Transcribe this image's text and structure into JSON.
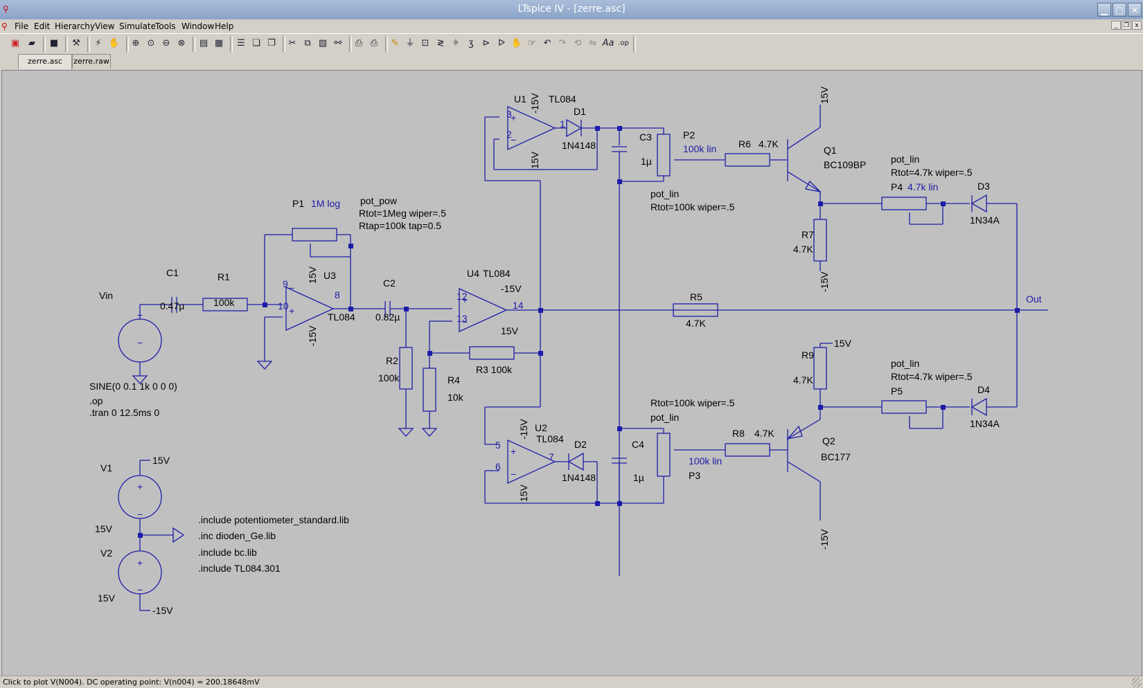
{
  "window": {
    "title": "LTspice IV - [zerre.asc]",
    "controls": [
      "minimize-icon",
      "maximize-icon",
      "close-icon"
    ]
  },
  "menu": [
    "File",
    "Edit",
    "Hierarchy",
    "View",
    "Simulate",
    "Tools",
    "Window",
    "Help"
  ],
  "tabs": [
    {
      "label": "zerre.asc",
      "active": true
    },
    {
      "label": "zerre.raw",
      "active": false
    }
  ],
  "status": "Click to plot V(N004).  DC operating point: V(n004) = 200.18648mV",
  "colors": {
    "wire": "#1c1ca8",
    "label": "#000000",
    "value": "#1c1ca8",
    "canvas": "#c0c0c0"
  },
  "schematic": {
    "labels": {
      "vin": "Vin",
      "sine": "SINE(0 0.1 1k 0 0 0)",
      "op": ".op",
      "tran": ".tran 0 12.5ms 0",
      "c1": "C1",
      "c1v": "0.47µ",
      "r1": "R1",
      "r1v": "100k",
      "p1": "P1",
      "p1v": "1M log",
      "p1m": "pot_pow",
      "p1a": "Rtot=1Meg wiper=.5",
      "p1b": "Rtap=100k tap=0.5",
      "u3": "U3",
      "u3m": "TL084",
      "u3p9": "9",
      "u3p10": "10",
      "u3p8": "8",
      "u3vp": "15V",
      "u3vn": "-15V",
      "c2": "C2",
      "c2v": "0.82µ",
      "r2": "R2",
      "r2v": "100k",
      "r4": "R4",
      "r4v": "10k",
      "r3": "R3 100k",
      "u4": "U4",
      "u4m": "TL084",
      "u4p12": "12",
      "u4p13": "13",
      "u4p14": "14",
      "u4vn": "-15V",
      "u4vp": "15V",
      "u1": "U1",
      "u1m": "TL084",
      "u1p3": "3",
      "u1p2": "2",
      "u1p1": "1",
      "u1vn": "-15V",
      "u1vp": "15V",
      "d1": "D1",
      "d1m": "1N4148",
      "c3": "C3",
      "c3v": "1µ",
      "p2": "P2",
      "p2v": "100k lin",
      "p2m": "pot_lin",
      "p2a": "Rtot=100k wiper=.5",
      "r6": "R6",
      "r6v": "4.7K",
      "q1": "Q1",
      "q1m": "BC109BP",
      "q1c": "15V",
      "p4m": "pot_lin",
      "p4a": "Rtot=4.7k wiper=.5",
      "p4": "P4",
      "p4v": "4.7k lin",
      "d3": "D3",
      "d3m": "1N34A",
      "r7": "R7",
      "r7v": "4.7K",
      "r7vn": "-15V",
      "r5": "R5",
      "r5v": "4.7K",
      "out": "Out",
      "r9": "R9",
      "r9v": "4.7K",
      "r9vp": "15V",
      "p5m": "pot_lin",
      "p5a": "Rtot=4.7k wiper=.5",
      "p5": "P5",
      "d4": "D4",
      "d4m": "1N34A",
      "u2": "U2",
      "u2m": "TL084",
      "u2p5": "5",
      "u2p6": "6",
      "u2p7": "7",
      "u2vn": "-15V",
      "u2vp": "15V",
      "d2": "D2",
      "d2m": "1N4148",
      "c4": "C4",
      "c4v": "1µ",
      "p3a": "Rtot=100k wiper=.5",
      "p3m": "pot_lin",
      "p3v": "100k lin",
      "p3": "P3",
      "r8": "R8",
      "r8v": "4.7K",
      "q2": "Q2",
      "q2m": "BC177",
      "q2e": "-15V",
      "v1": "V1",
      "v1v": "15V",
      "v1t": "15V",
      "v2": "V2",
      "v2v": "15V",
      "v2b": "-15V",
      "inc1": ".include potentiometer_standard.lib",
      "inc2": ".inc dioden_Ge.lib",
      "inc3": ".include bc.lib",
      "inc4": ".include TL084.301"
    }
  }
}
